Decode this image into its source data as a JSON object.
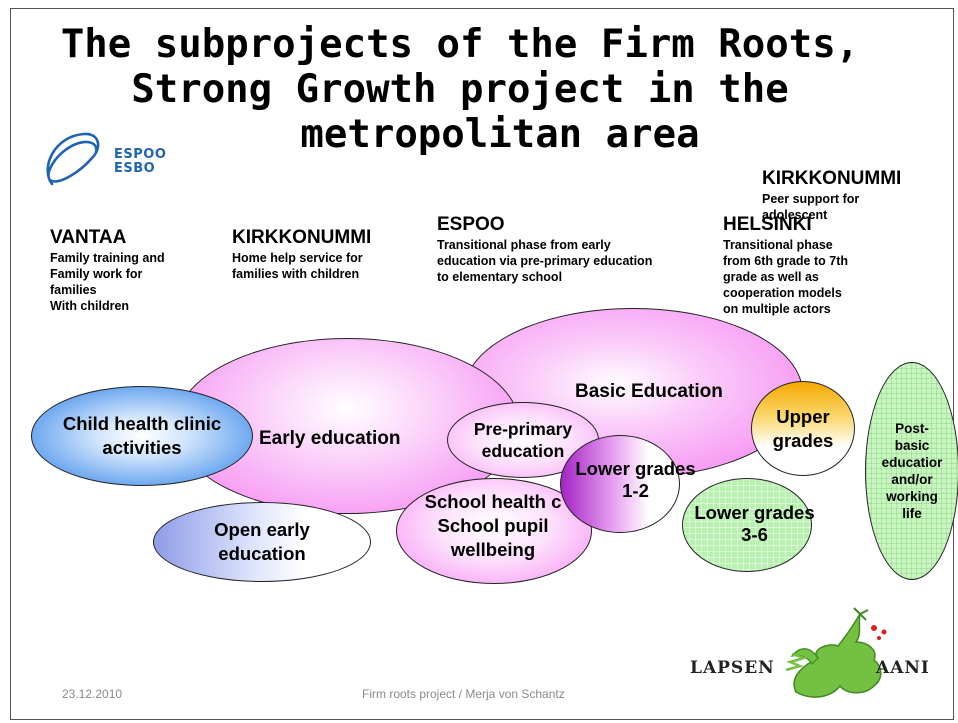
{
  "title": {
    "line1": "The subprojects of the Firm Roots,",
    "line2": "Strong Growth project in the",
    "line3": "metropolitan  area"
  },
  "espoo_logo": {
    "line1": "ESPOO",
    "line2": "ESBO",
    "color": "#1f63b4"
  },
  "cities": {
    "vantaa": {
      "name": "VANTAA",
      "desc": [
        "Family training and",
        "Family work for",
        "families",
        "With children"
      ]
    },
    "kirkkonummi_home": {
      "name": "KIRKKONUMMI",
      "desc": [
        "Home help service for",
        "families with children"
      ]
    },
    "espoo": {
      "name": "ESPOO",
      "desc": [
        "Transitional phase from early",
        "education via pre-primary education",
        "to elementary school"
      ]
    },
    "kirkkonummi_peer": {
      "name": "KIRKKONUMMI",
      "desc": [
        "Peer support for",
        "adolescent"
      ]
    },
    "helsinki": {
      "name": "HELSINKI",
      "desc": [
        "Transitional phase",
        "from 6th grade to 7th",
        "grade as well as",
        "cooperation models",
        "on multiple actors"
      ]
    }
  },
  "bubbles": {
    "basic_education": "Basic Education",
    "early_education": "Early education",
    "child_health": [
      "Child health clinic",
      "activities"
    ],
    "pre_primary": [
      "Pre-primary",
      "education"
    ],
    "open_early": [
      "Open early",
      "education"
    ],
    "school_health": [
      "School health c",
      "School pupil",
      "wellbeing"
    ],
    "lower_1_2": [
      "Lower grades",
      "1-2"
    ],
    "lower_3_6": [
      "Lower grades",
      "3-6"
    ],
    "upper": [
      "Upper",
      "grades"
    ],
    "post_basic": [
      "Post-",
      "basic",
      "educatior",
      "and/or",
      "working",
      "life"
    ]
  },
  "colors": {
    "pink": "#f47cf0",
    "blue": "#2a7ee8",
    "purple": "#b03ccc",
    "green": "#a8e89a",
    "orange": "#f6a800"
  },
  "footer": {
    "date": "23.12.2010",
    "credit": "Firm roots project / Merja von Schantz"
  },
  "lapsen_logo": {
    "left": "LAPSEN",
    "right_a": "A",
    "right_rest": "ANI"
  }
}
